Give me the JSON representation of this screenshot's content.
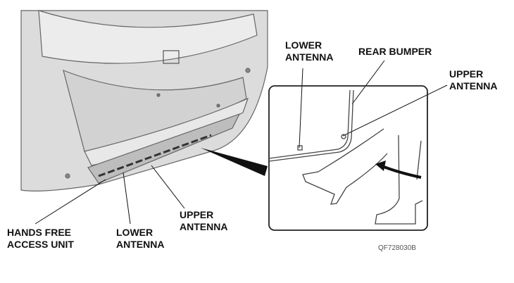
{
  "labels": {
    "inset_lower_antenna": [
      "LOWER",
      "ANTENNA"
    ],
    "rear_bumper": "REAR BUMPER",
    "inset_upper_antenna": [
      "UPPER",
      "ANTENNA"
    ],
    "hands_free_access_unit": [
      "HANDS FREE",
      "ACCESS UNIT"
    ],
    "lower_antenna": [
      "LOWER",
      "ANTENNA"
    ],
    "upper_antenna": [
      "UPPER",
      "ANTENNA"
    ]
  },
  "figure_code": "QF728030B"
}
